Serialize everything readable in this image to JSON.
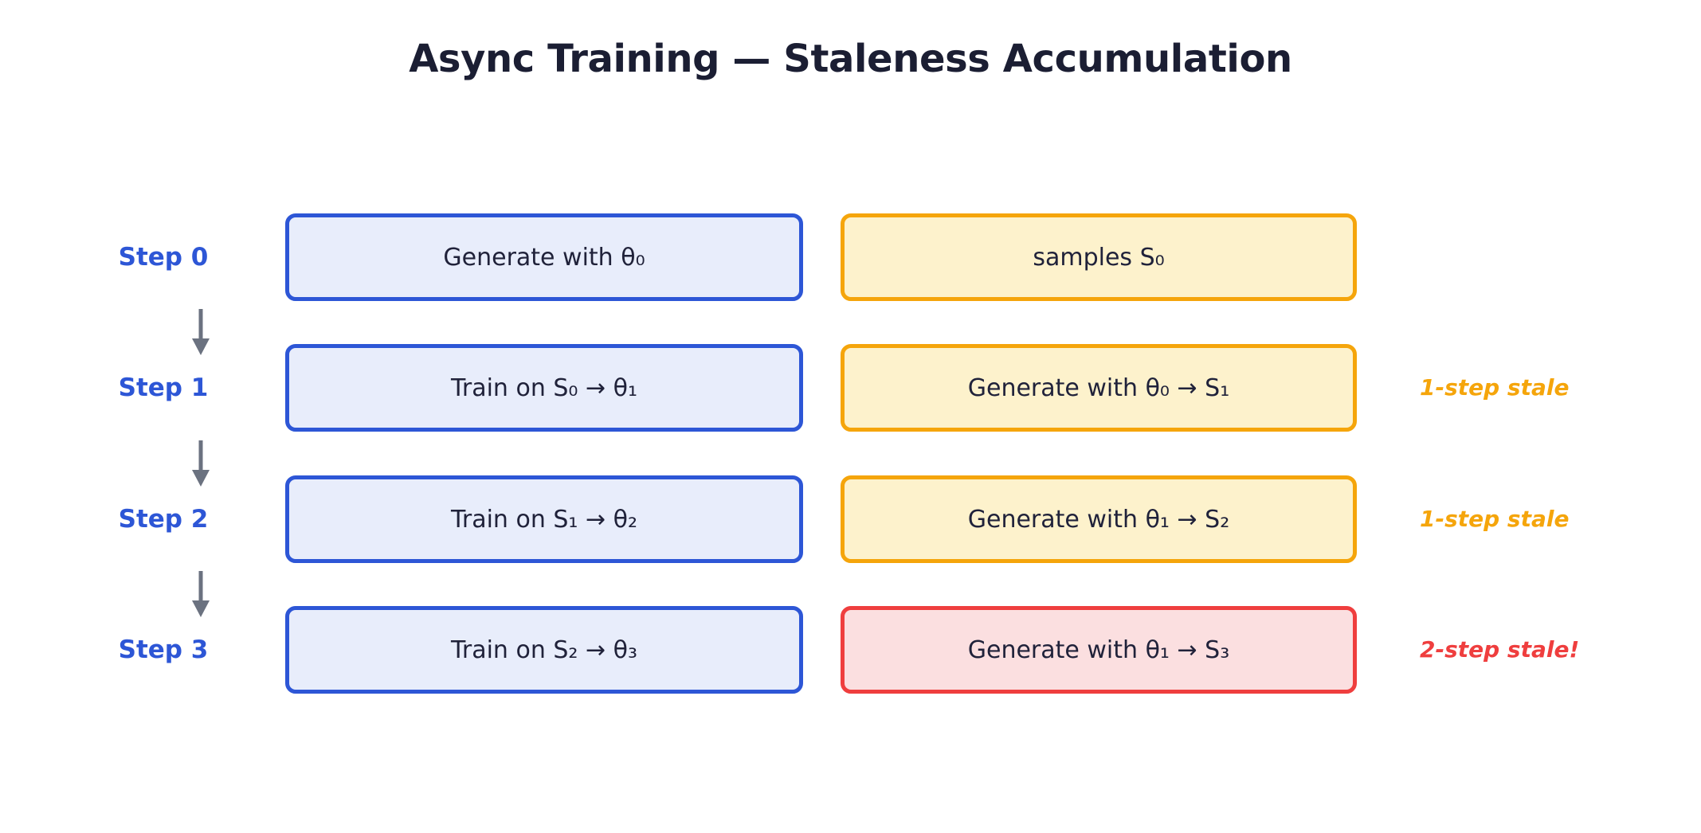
{
  "title": "Async Training — Staleness Accumulation",
  "colors": {
    "title": "#1b1e33",
    "step_label": "#2d56d6",
    "blue_fill": "#e8edfb",
    "blue_border": "#2d56d6",
    "yellow_fill": "#fdf2cc",
    "yellow_border": "#f5a50b",
    "red_fill": "#fbdfe0",
    "red_border": "#ef3e3e",
    "arrow": "#6b7280",
    "stale_warn": "#f5a50b",
    "stale_crit": "#ef3e3e",
    "background": "#ffffff"
  },
  "rows": [
    {
      "step_label": "Step 0",
      "left_box": {
        "text": "Generate with θ₀",
        "base": "Generate with θ",
        "sub": "0",
        "style": "blue"
      },
      "right_box": {
        "text": "samples S₀",
        "base": "samples S",
        "sub": "0",
        "style": "yellow"
      },
      "stale": ""
    },
    {
      "step_label": "Step 1",
      "left_box": {
        "text": "Train on S₀ → θ₁",
        "base": "Train on S",
        "sub": "0",
        "base2": " → θ",
        "sub2": "1",
        "style": "blue"
      },
      "right_box": {
        "text": "Generate with θ₀ → S₁",
        "base": "Generate with θ",
        "sub": "0",
        "base2": " → S",
        "sub2": "1",
        "style": "yellow"
      },
      "stale": "1-step stale",
      "stale_style": "warn"
    },
    {
      "step_label": "Step 2",
      "left_box": {
        "text": "Train on S₁ → θ₂",
        "base": "Train on S",
        "sub": "1",
        "base2": " → θ",
        "sub2": "2",
        "style": "blue"
      },
      "right_box": {
        "text": "Generate with θ₁ → S₂",
        "base": "Generate with θ",
        "sub": "1",
        "base2": " → S",
        "sub2": "2",
        "style": "yellow"
      },
      "stale": "1-step stale",
      "stale_style": "warn"
    },
    {
      "step_label": "Step 3",
      "left_box": {
        "text": "Train on S₂ → θ₃",
        "base": "Train on S",
        "sub": "2",
        "base2": " → θ",
        "sub2": "3",
        "style": "blue"
      },
      "right_box": {
        "text": "Generate with θ₁ → S₃",
        "base": "Generate with θ",
        "sub": "1",
        "base2": " → S",
        "sub2": "3",
        "style": "red"
      },
      "stale": "2-step stale!",
      "stale_style": "crit"
    }
  ],
  "arrows": [
    {
      "name": "step-0-to-1-arrow",
      "glyph": "down-arrow-icon"
    },
    {
      "name": "step-1-to-2-arrow",
      "glyph": "down-arrow-icon"
    },
    {
      "name": "step-2-to-3-arrow",
      "glyph": "down-arrow-icon"
    }
  ]
}
